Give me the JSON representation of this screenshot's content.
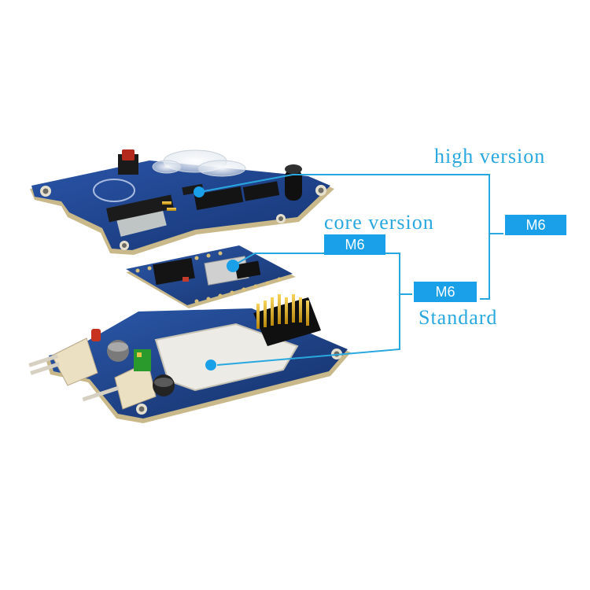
{
  "labels": {
    "high_version": "high version",
    "core_version": "core version",
    "standard": "Standard"
  },
  "badges": {
    "high_version_badge": "M6",
    "core_version_badge": "M6",
    "standard_badge": "M6"
  },
  "colors": {
    "accent": "#29a8e0",
    "badge": "#1aa0e8",
    "pcb": "#1d3e8a",
    "pcb_edge": "#c9b98a",
    "header_pins": "#e7b321"
  }
}
